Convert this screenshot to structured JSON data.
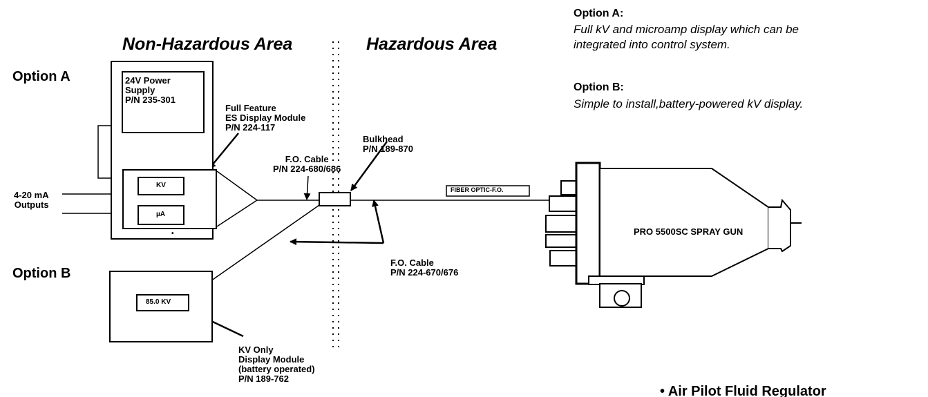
{
  "areas": {
    "non_hazardous": "Non-Hazardous Area",
    "hazardous": "Hazardous Area"
  },
  "options": {
    "a_label": "Option A",
    "b_label": "Option B"
  },
  "power_supply": {
    "text": "24V Power\nSupply\nP/N 235-301"
  },
  "es_display": {
    "text": "Full Feature\nES Display Module\nP/N 224-117",
    "kv_label": "KV",
    "ua_label": "µA"
  },
  "outputs": {
    "text": "4-20 mA\nOutputs"
  },
  "fo_cable_upper": {
    "text": "F.O. Cable\nP/N 224-680/686"
  },
  "bulkhead": {
    "text": "Bulkhead\nP/N 189-870"
  },
  "fo_cable_lower": {
    "text": "F.O. Cable\nP/N 224-670/676"
  },
  "fiber_optic_label": "FIBER OPTIC-F.O.",
  "spray_gun_label": "PRO 5500SC SPRAY GUN",
  "kv_only_display": {
    "readout": "85.0 KV",
    "text": "KV Only\nDisplay Module\n(battery operated)\nP/N 189-762"
  },
  "descriptions": {
    "a_title": "Option A:",
    "a_text": "Full kV and microamp display which can be\nintegrated into control system.",
    "b_title": "Option B:",
    "b_text": "Simple to install,battery-powered kV display."
  },
  "footer_bullet": "• Air Pilot Fluid Regulator"
}
